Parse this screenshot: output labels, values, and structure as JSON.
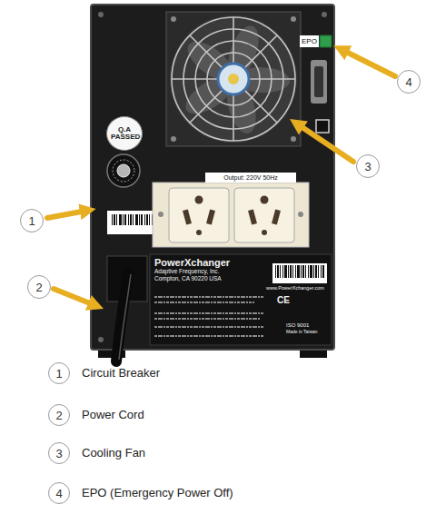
{
  "diagram": {
    "nodes": [
      {
        "text": [
          "4"
        ]
      },
      {
        "text": [
          "Q.A PASSED"
        ]
      },
      {
        "text": [
          "3"
        ]
      },
      {
        "text": [
          "Output: 220V 50Hz"
        ]
      },
      {
        "text": [
          "1"
        ]
      },
      {
        "text": [
          "2"
        ]
      },
      {
        "text": [
          "PowerXchanger",
          "Adaptive Frequency, Inc.",
          "Compton, CA 90220 USA",
          "www.PowerXchanger.com",
          "CE",
          "ISO 9001",
          "Made in Taiwan"
        ]
      },
      {
        "text": [
          "1"
        ]
      },
      {
        "text": [
          "2"
        ]
      },
      {
        "text": [
          "3"
        ]
      },
      {
        "text": [
          "4"
        ]
      }
    ],
    "labels": [
      "EPO",
      "Circuit Breaker",
      "Power Cord",
      "Cooling Fan",
      "EPO (Emergency Power Off)"
    ]
  }
}
